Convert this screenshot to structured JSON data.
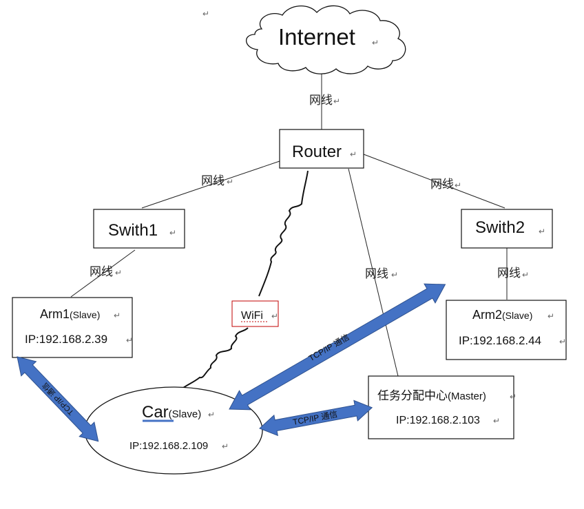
{
  "nodes": {
    "internet": {
      "label": "Internet"
    },
    "router": {
      "label": "Router"
    },
    "switch1": {
      "label": "Swith1"
    },
    "switch2": {
      "label": "Swith2"
    },
    "arm1": {
      "name": "Arm1",
      "role": "(Slave)",
      "ip": "IP:192.168.2.39"
    },
    "arm2": {
      "name": "Arm2",
      "role": "(Slave)",
      "ip": "IP:192.168.2.44"
    },
    "car": {
      "name": "Car",
      "role": "(Slave)",
      "ip": "IP:192.168.2.109"
    },
    "master": {
      "name": "任务分配中心",
      "role": "(Master)",
      "ip": "IP:192.168.2.103"
    }
  },
  "edges": {
    "internet_router": "网线",
    "router_switch1": "网线",
    "router_switch2": "网线",
    "switch1_arm1": "网线",
    "switch2_arm2": "网线",
    "router_master": "网线",
    "wifi": "WiFi"
  },
  "links": {
    "arm1_car": "TCP/IP 通信",
    "car_arm2": "TCP/IP 通信",
    "car_master": "TCP/IP 通信"
  },
  "colors": {
    "arrow_fill": "#4472C4",
    "arrow_stroke": "#2F528F",
    "wifi_box": "#C00000",
    "car_underline": "#4472C4"
  },
  "marks": {
    "paragraph": "↵"
  }
}
